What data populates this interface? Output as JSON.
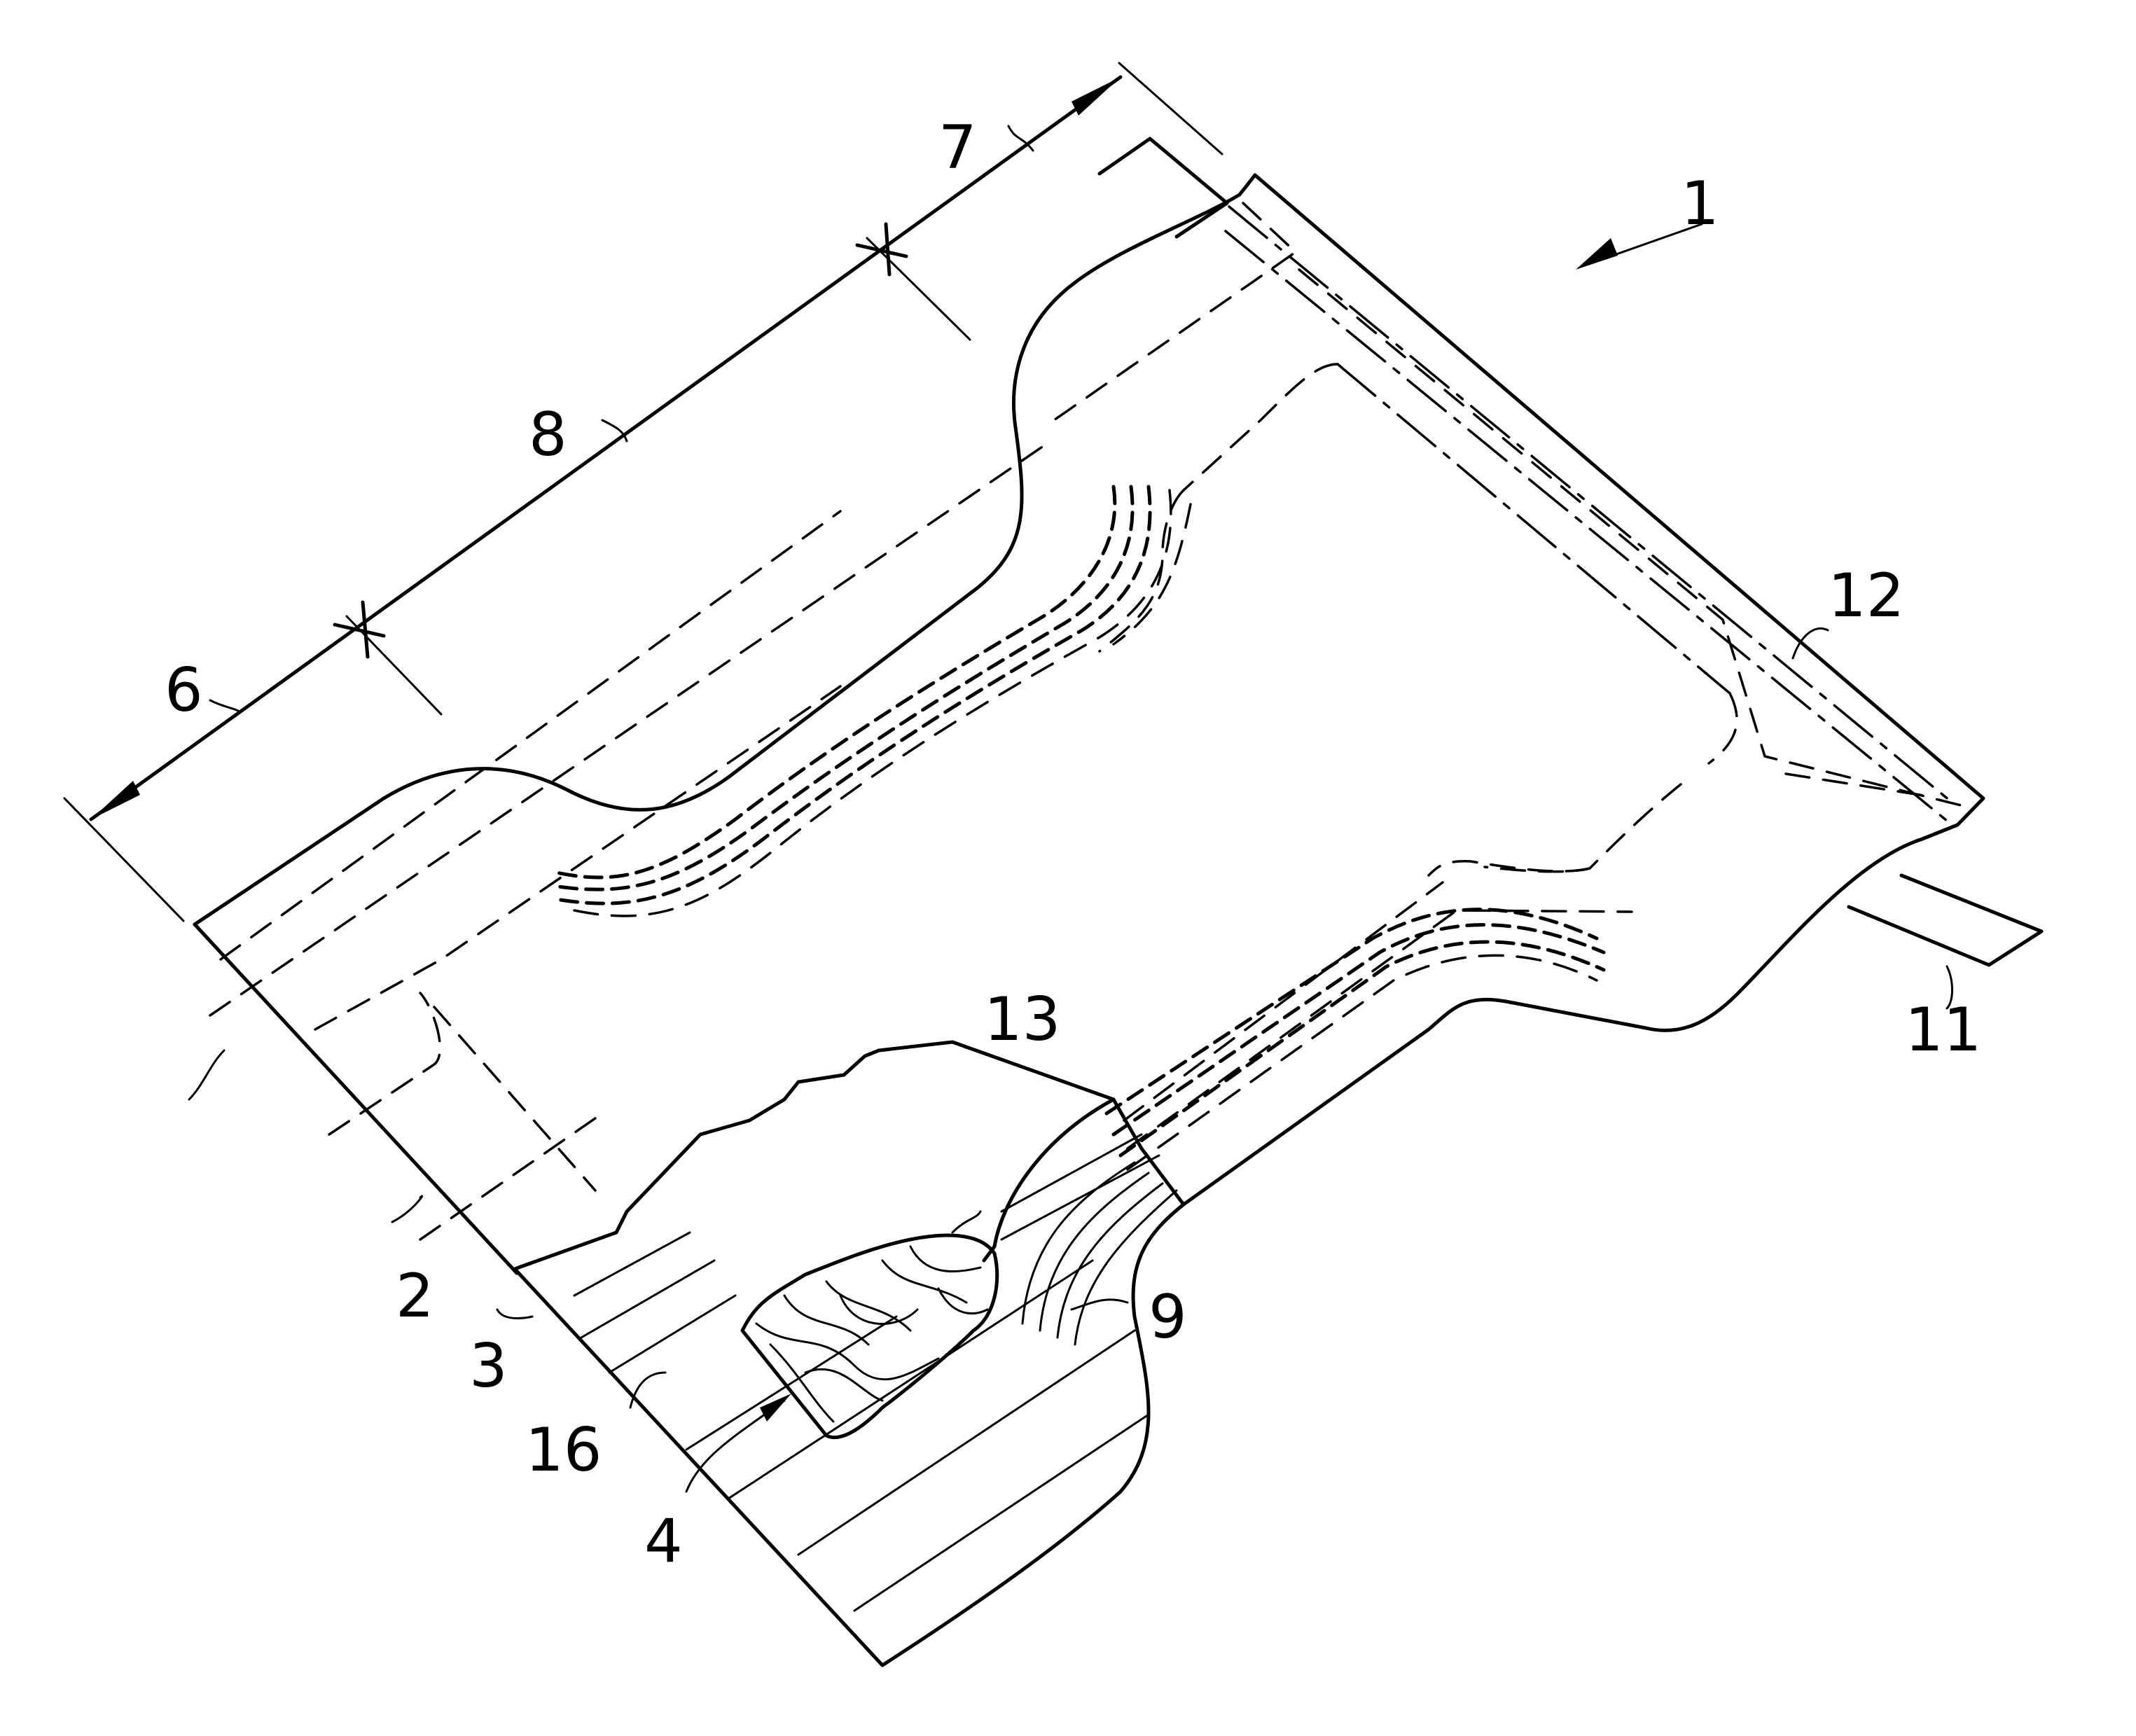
{
  "figure": {
    "labels": {
      "l1": "1",
      "l2": "2",
      "l3": "3",
      "l4": "4",
      "l6": "6",
      "l7": "7",
      "l8": "8",
      "l9": "9",
      "l11": "11",
      "l12": "12",
      "l13": "13",
      "l16": "16"
    }
  }
}
